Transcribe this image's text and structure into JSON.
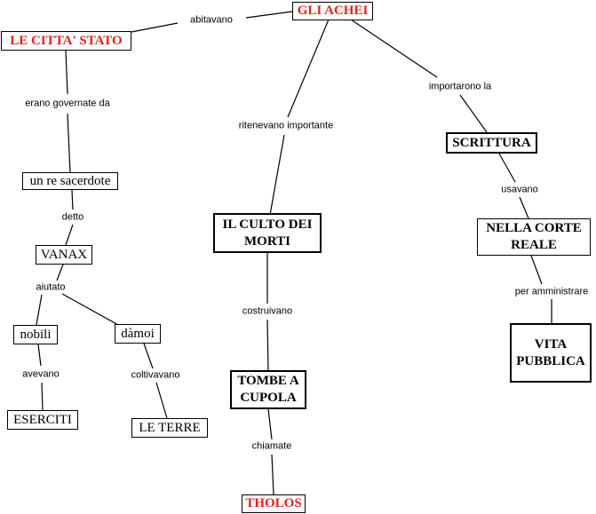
{
  "concept_map": {
    "nodes": {
      "achei": "GLI ACHEI",
      "citta_stato": "LE CITTA' STATO",
      "re_sacerdote": "un re sacerdote",
      "vanax": "VANAX",
      "nobili": "nobili",
      "damoi": "dàmoi",
      "eserciti": "ESERCITI",
      "terre": "LE TERRE",
      "culto_morti": "IL CULTO DEI MORTI",
      "tombe_cupola": "TOMBE A CUPOLA",
      "tholos": "THOLOS",
      "scrittura": "SCRITTURA",
      "corte_reale": "NELLA CORTE REALE",
      "vita_pubblica": "VITA PUBBLICA"
    },
    "links": {
      "abitavano": "abitavano",
      "erano_governate_da": "erano governate da",
      "detto": "detto",
      "aiutato": "aiutato",
      "avevano": "avevano",
      "coltivavano": "coltivavano",
      "ritenevano_importante": "ritenevano importante",
      "costruivano": "costruivano",
      "chiamate": "chiamate",
      "importarono_la": "importarono la",
      "usavano": "usavano",
      "per_amministrare": "per amministrare"
    },
    "colors": {
      "highlight": "#e0231c",
      "line": "#000000"
    }
  }
}
